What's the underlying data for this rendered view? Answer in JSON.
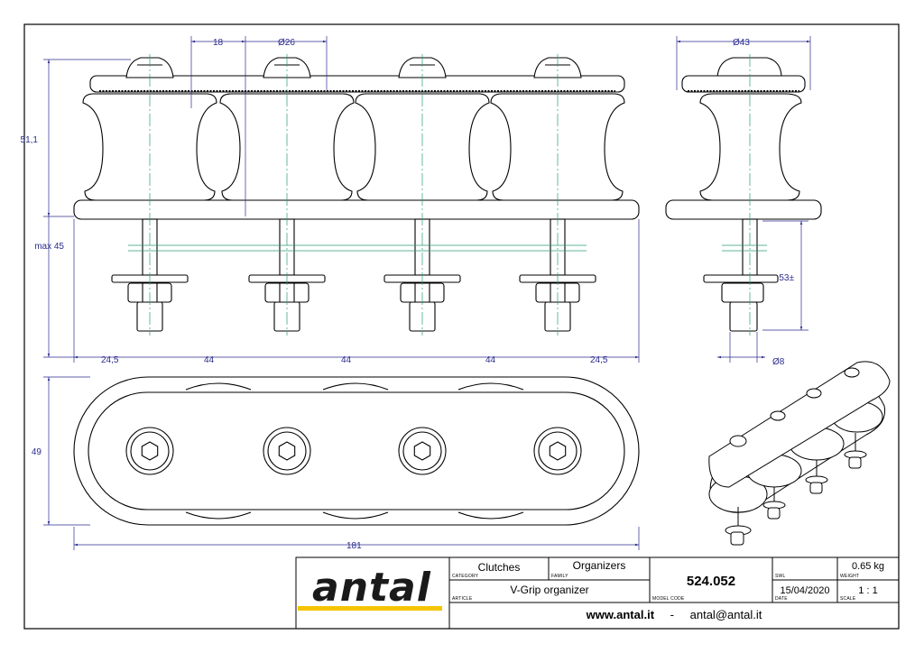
{
  "dimensions": {
    "d18": "18",
    "d26": "Ø26",
    "d43": "Ø43",
    "d51": "51,1",
    "dmax45": "max 45",
    "d53": "53±",
    "d8": "Ø8",
    "d49": "49",
    "d181": "181",
    "spacing": [
      "24,5",
      "44",
      "44",
      "44",
      "24,5"
    ]
  },
  "title_block": {
    "brand": "antal",
    "category_label": "CATEGORY",
    "category_value": "Clutches",
    "family_label": "FAMILY",
    "family_value": "Organizers",
    "article_label": "ARTICLE",
    "article_value": "V-Grip organizer",
    "model_code_label": "MODEL CODE",
    "model_code_value": "524.052",
    "swl_label": "SWL",
    "swl_value": "",
    "weight_label": "WEIGHT",
    "weight_value": "0.65 kg",
    "date_label": "DATE",
    "date_value": "15/04/2020",
    "scale_label": "SCALE",
    "scale_value": "1 : 1",
    "website": "www.antal.it",
    "separator": "-",
    "email": "antal@antal.it"
  },
  "colors": {
    "dimension_line": "#2b2b8f",
    "center_line": "#2a9a7a",
    "outline": "#000000",
    "logo_underline": "#f5c400"
  }
}
